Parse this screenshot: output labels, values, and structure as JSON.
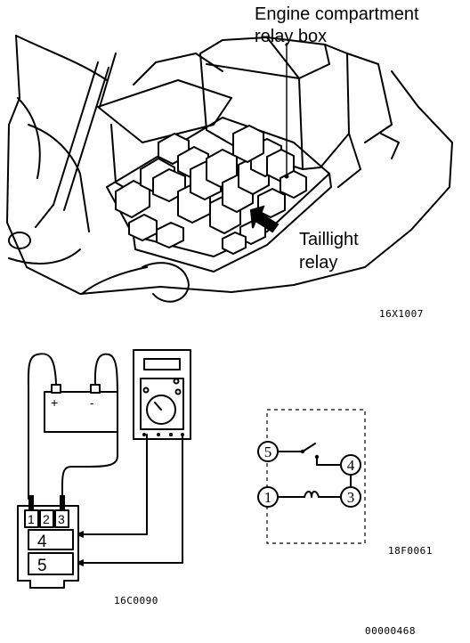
{
  "labels": {
    "relay_box_line1": "Engine compartment",
    "relay_box_line2": "relay box",
    "taillight_line1": "Taillight",
    "taillight_line2": "relay"
  },
  "figure_codes": {
    "top": "16X1007",
    "relay_circuit": "18F0061",
    "test_setup": "16C0090",
    "page": "00000468"
  },
  "battery": {
    "positive": "+",
    "negative": "-"
  },
  "relay_connector_pins": [
    "1",
    "2",
    "3",
    "4",
    "5"
  ],
  "relay_schematic_pins": [
    "5",
    "4",
    "1",
    "3"
  ]
}
